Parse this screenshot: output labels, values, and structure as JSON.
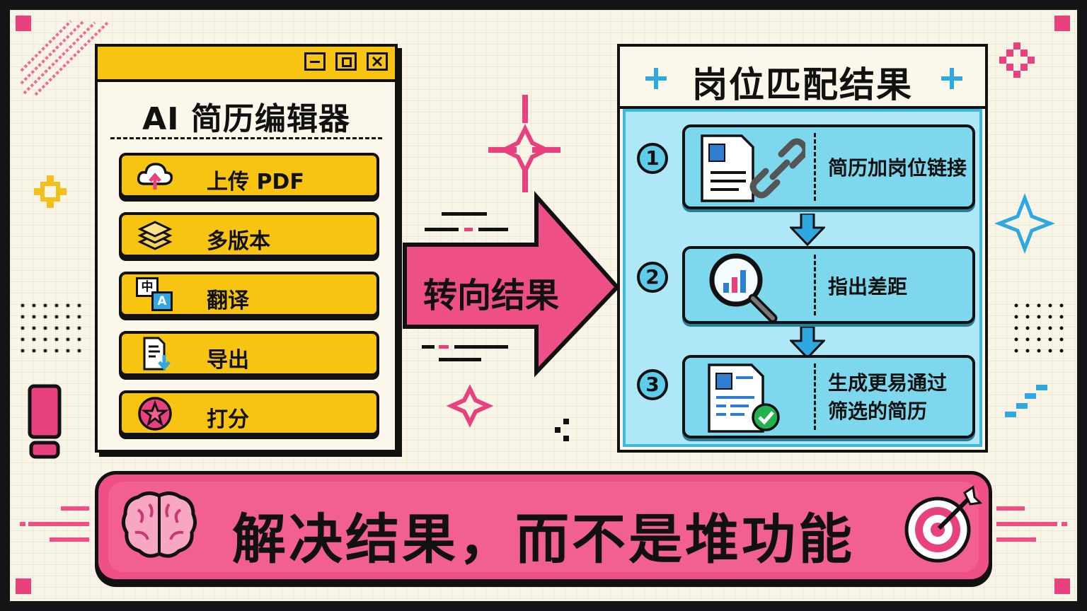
{
  "editor": {
    "title": "AI 简历编辑器",
    "window_controls": [
      "minimize-icon",
      "maximize-icon",
      "close-icon"
    ],
    "items": [
      {
        "label": "上传 PDF",
        "icon": "upload-cloud-icon"
      },
      {
        "label": "多版本",
        "icon": "layers-icon"
      },
      {
        "label": "翻译",
        "icon": "translate-icon",
        "icon_text": [
          "中",
          "A"
        ]
      },
      {
        "label": "导出",
        "icon": "export-document-icon"
      },
      {
        "label": "打分",
        "icon": "star-badge-icon"
      }
    ]
  },
  "arrow": {
    "label": "转向结果"
  },
  "results": {
    "title": "岗位匹配结果",
    "steps": [
      {
        "number": "1",
        "lines": [
          "简历加岗位链接"
        ],
        "icon": "resume-link-icon"
      },
      {
        "number": "2",
        "lines": [
          "指出差距"
        ],
        "icon": "magnify-chart-icon"
      },
      {
        "number": "3",
        "lines": [
          "生成更易通过",
          "筛选的简历"
        ],
        "icon": "resume-check-icon"
      }
    ]
  },
  "banner": {
    "text": "解决结果，而不是堆功能",
    "left_icon": "brain-icon",
    "right_icon": "target-arrow-icon"
  },
  "colors": {
    "yellow": "#f7c511",
    "pink": "#ee4f86",
    "cyan": "#7dd8ee",
    "background": "#f8f4e6",
    "ink": "#111111"
  }
}
